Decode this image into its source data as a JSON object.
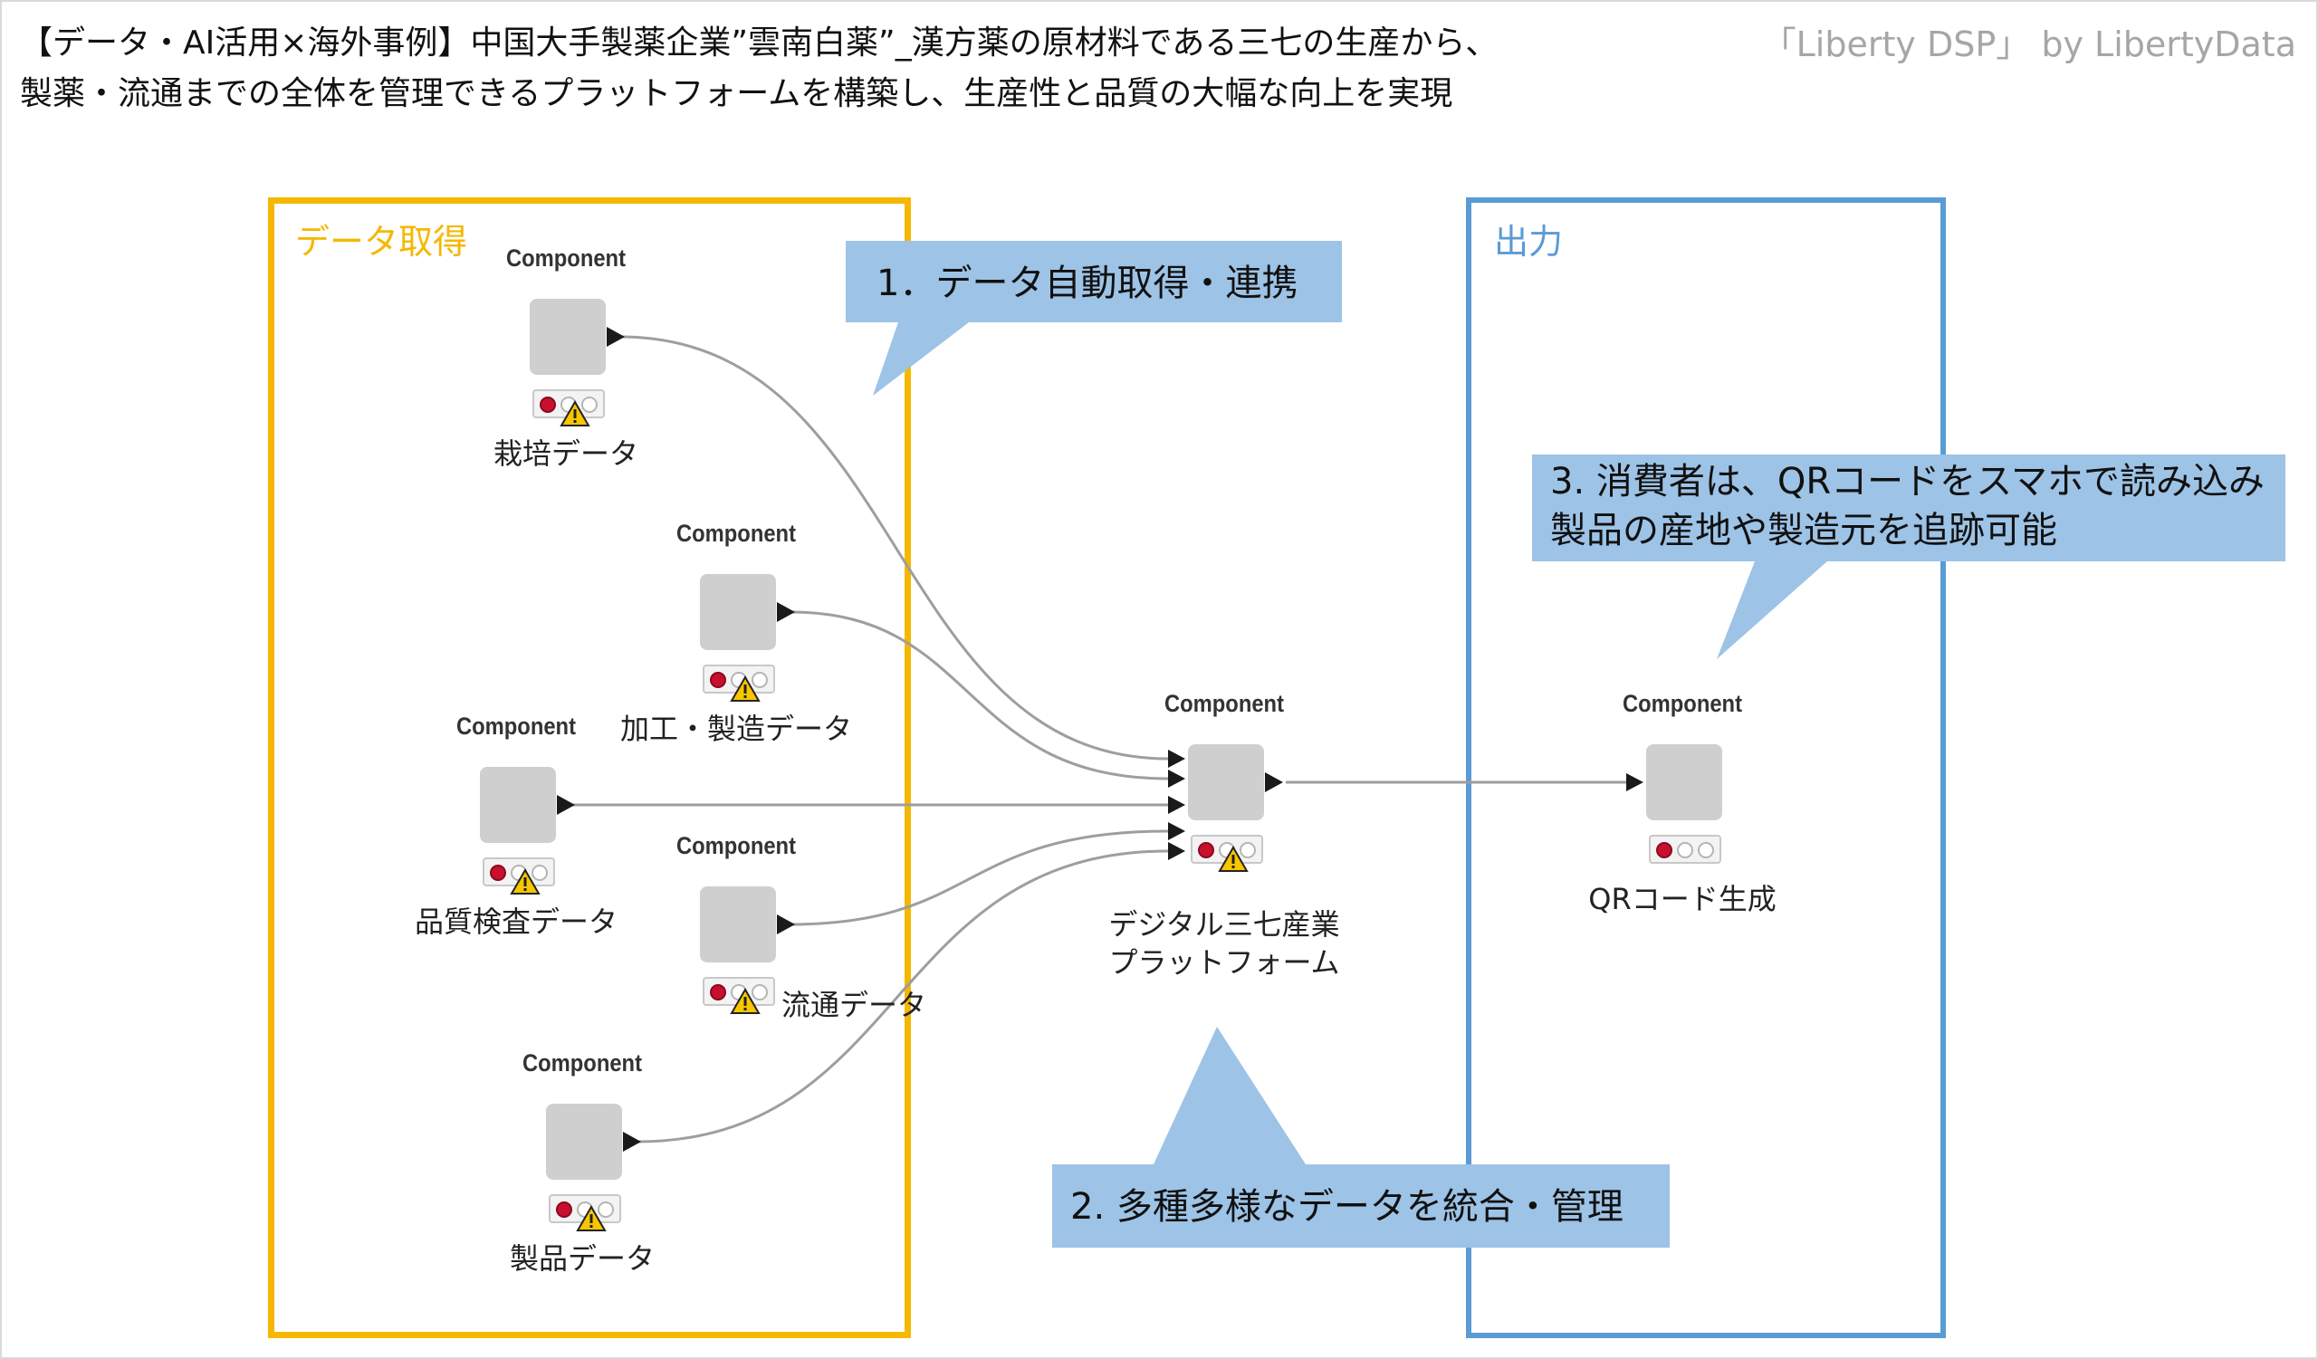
{
  "title": {
    "line1": "【データ・AI活用×海外事例】中国大手製薬企業”雲南白薬”_漢方薬の原材料である三七の生産から、",
    "line2": "製薬・流通までの全体を管理できるプラットフォームを構築し、生産性と品質の大幅な向上を実現"
  },
  "brand": "「Liberty DSP」 by LibertyData",
  "groups": {
    "acquisition": {
      "label": "データ取得",
      "color": "#f5b800"
    },
    "output": {
      "label": "出力",
      "color": "#5b9bd5"
    }
  },
  "component_caption": "Component",
  "nodes": {
    "cultivation": {
      "label": "栽培データ"
    },
    "processing": {
      "label": "加工・製造データ"
    },
    "quality": {
      "label": "品質検査データ"
    },
    "distribution": {
      "label": "流通データ"
    },
    "product": {
      "label": "製品データ"
    },
    "platform": {
      "label1": "デジタル三七産業",
      "label2": "プラットフォーム"
    },
    "qr": {
      "label": "QRコード生成"
    }
  },
  "callouts": {
    "c1": {
      "text": "1．データ自動取得・連携"
    },
    "c2": {
      "text": "2.  多種多様なデータを統合・管理"
    },
    "c3": {
      "line1": "3.  消費者は、QRコードをスマホで読み込み",
      "line2": "製品の産地や製造元を追跡可能"
    }
  },
  "colors": {
    "callout_fill": "#9dc3e6",
    "wire": "#9e9e9e",
    "node_fill": "#cfcfcf"
  }
}
